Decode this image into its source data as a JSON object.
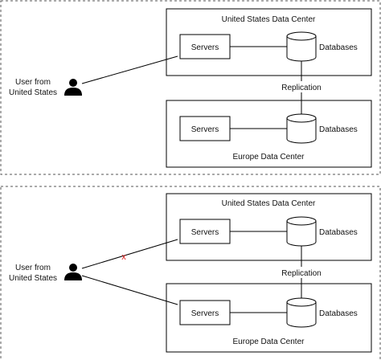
{
  "colors": {
    "stroke": "#000000",
    "background": "#ffffff",
    "dashed_border": "#555555",
    "blocked": "#e02020"
  },
  "icons": {
    "user": "person-silhouette-icon",
    "database": "database-cylinder-icon",
    "blocked": "red-x-icon"
  },
  "scenario_top": {
    "user_label_line1": "User from",
    "user_label_line2": "United States",
    "us_dc": {
      "title": "United States Data Center",
      "servers": "Servers",
      "databases": "Databases"
    },
    "replication": "Replication",
    "eu_dc": {
      "title": "Europe Data Center",
      "servers": "Servers",
      "databases": "Databases"
    }
  },
  "scenario_bottom": {
    "user_label_line1": "User from",
    "user_label_line2": "United States",
    "blocked_mark": "x",
    "us_dc": {
      "title": "United States Data Center",
      "servers": "Servers",
      "databases": "Databases"
    },
    "replication": "Replication",
    "eu_dc": {
      "title": "Europe Data Center",
      "servers": "Servers",
      "databases": "Databases"
    }
  }
}
